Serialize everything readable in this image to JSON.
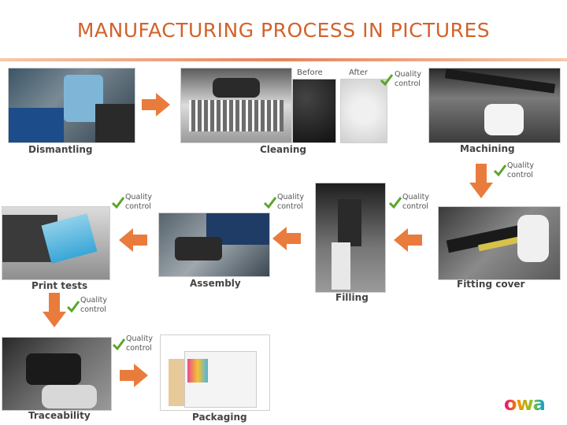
{
  "title": "MANUFACTURING PROCESS IN PICTURES",
  "labels": {
    "dismantling": "Dismantling",
    "cleaning": "Cleaning",
    "machining": "Machining",
    "fitting_cover": "Fitting cover",
    "filling": "Filling",
    "assembly": "Assembly",
    "print_tests": "Print tests",
    "traceability": "Traceability",
    "packaging": "Packaging"
  },
  "before": "Before",
  "after": "After",
  "quality": [
    "Quality",
    "control"
  ],
  "logo_text": "owa"
}
